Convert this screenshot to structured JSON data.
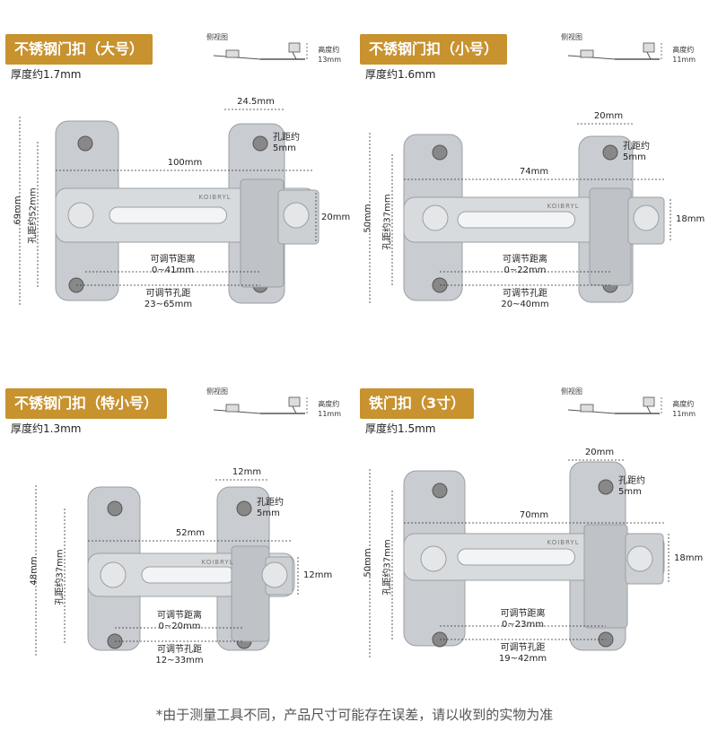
{
  "footer": "*由于测量工具不同，产品尺寸可能存在误差，请以收到的实物为准",
  "side_view_label": "侧视图",
  "height_label": "高度约",
  "brand_text": "KOIBRYL",
  "colors": {
    "tag_bg": "#c8922f",
    "metal": "#c9ccd0",
    "metal_dark": "#9aa0a6"
  },
  "panels": [
    {
      "title": "不锈钢门扣（大号）",
      "thickness": "厚度约1.7mm",
      "side_height": "13mm",
      "width_dim": "24.5mm",
      "hole_spacing": "孔距约",
      "hole_spacing_val": "5mm",
      "length": "100mm",
      "height_dim": "20mm",
      "total_height": "69mm",
      "hole_dist": "孔距约52mm",
      "adj_dist_label": "可调节距离",
      "adj_dist": "0~41mm",
      "adj_hole_label": "可调节孔距",
      "adj_hole": "23~65mm"
    },
    {
      "title": "不锈钢门扣（小号）",
      "thickness": "厚度约1.6mm",
      "side_height": "11mm",
      "width_dim": "20mm",
      "hole_spacing": "孔距约",
      "hole_spacing_val": "5mm",
      "length": "74mm",
      "height_dim": "18mm",
      "total_height": "50mm",
      "hole_dist": "孔距约37mm",
      "adj_dist_label": "可调节距离",
      "adj_dist": "0~22mm",
      "adj_hole_label": "可调节孔距",
      "adj_hole": "20~40mm"
    },
    {
      "title": "不锈钢门扣（特小号）",
      "thickness": "厚度约1.3mm",
      "side_height": "11mm",
      "width_dim": "12mm",
      "hole_spacing": "孔距约",
      "hole_spacing_val": "5mm",
      "length": "52mm",
      "height_dim": "12mm",
      "total_height": "48mm",
      "hole_dist": "孔距约37mm",
      "adj_dist_label": "可调节距离",
      "adj_dist": "0~20mm",
      "adj_hole_label": "可调节孔距",
      "adj_hole": "12~33mm"
    },
    {
      "title": "铁门扣（3寸）",
      "thickness": "厚度约1.5mm",
      "side_height": "11mm",
      "width_dim": "20mm",
      "hole_spacing": "孔距约",
      "hole_spacing_val": "5mm",
      "length": "70mm",
      "height_dim": "18mm",
      "total_height": "50mm",
      "hole_dist": "孔距约37mm",
      "adj_dist_label": "可调节距离",
      "adj_dist": "0~23mm",
      "adj_hole_label": "可调节孔距",
      "adj_hole": "19~42mm"
    }
  ]
}
